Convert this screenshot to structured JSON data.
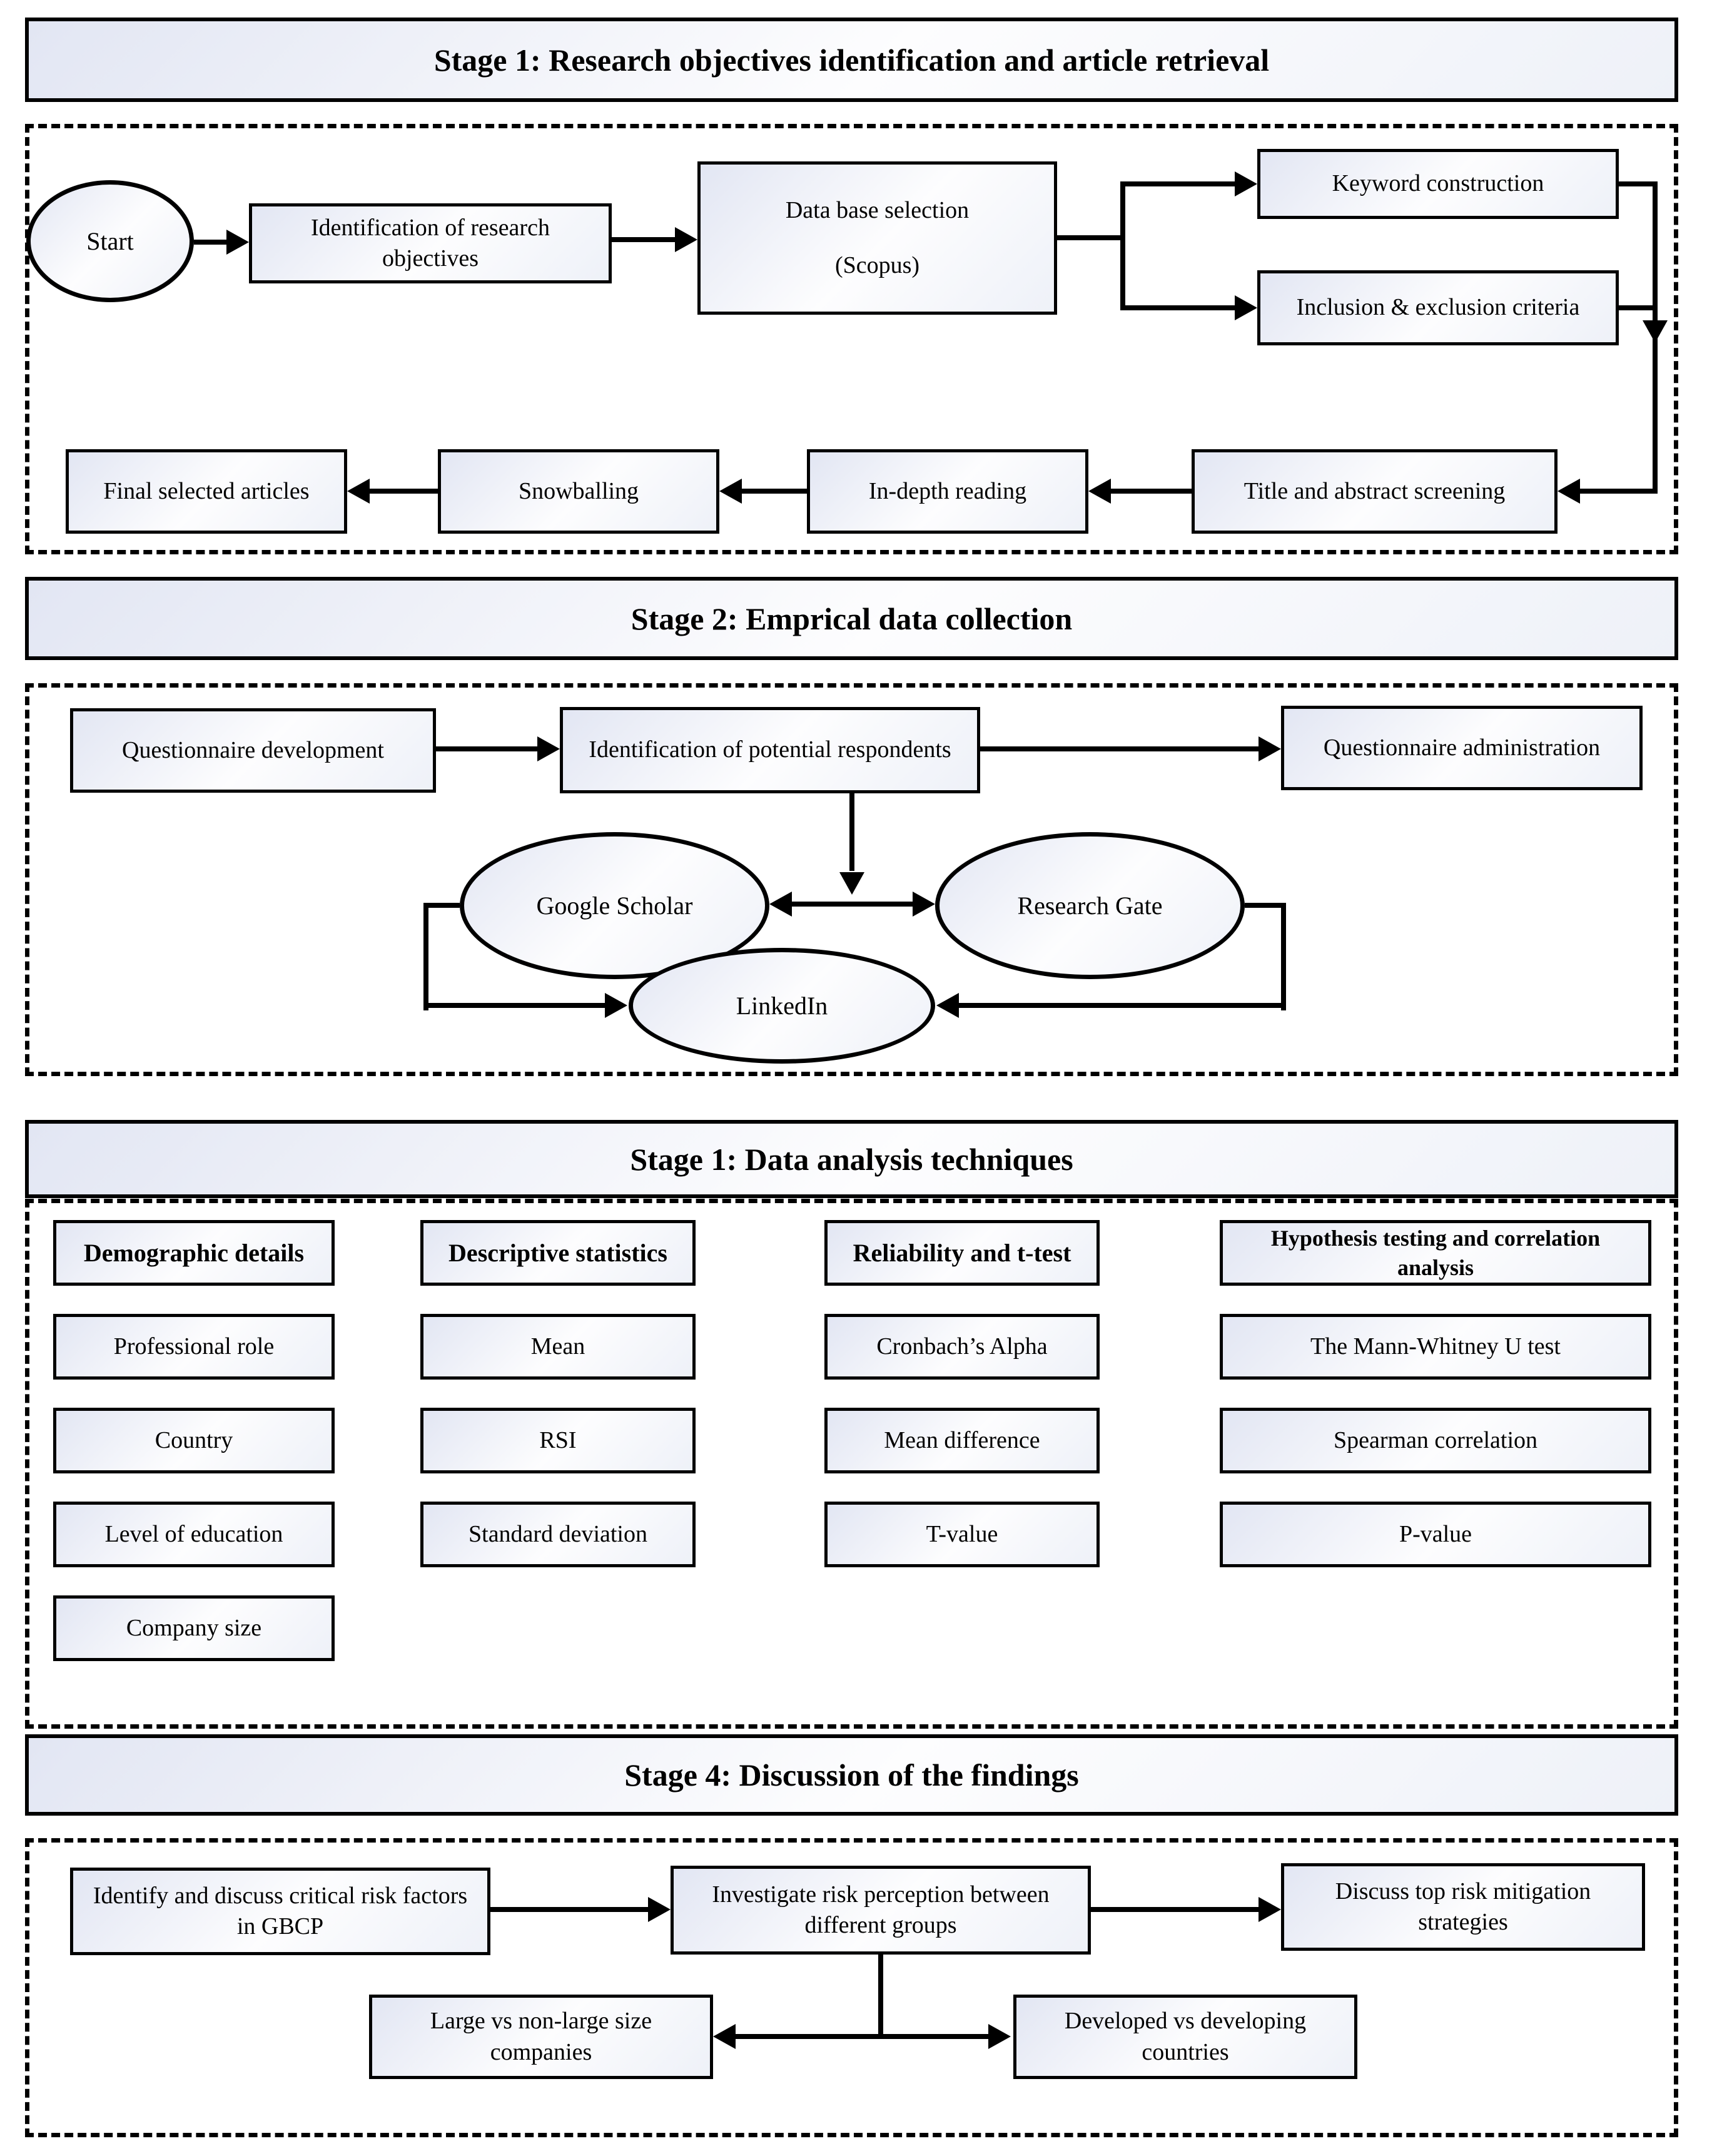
{
  "palette": {
    "line_color": "#000000",
    "box_gradient_start": "#e2e6f3",
    "box_gradient_end": "#ffffff"
  },
  "stages": {
    "s1": {
      "title": "Stage 1: Research objectives identification and article retrieval",
      "nodes": {
        "start": "Start",
        "identification": "Identification of research objectives",
        "database_line1": "Data base selection",
        "database_line2": "(Scopus)",
        "keyword": "Keyword construction",
        "inclusion": "Inclusion & exclusion criteria",
        "screening": "Title and abstract screening",
        "indepth": "In-depth reading",
        "snowballing": "Snowballing",
        "final": "Final selected articles"
      }
    },
    "s2": {
      "title": "Stage 2: Emprical data collection",
      "nodes": {
        "quest_dev": "Questionnaire development",
        "respondents": "Identification of potential respondents",
        "quest_admin": "Questionnaire administration",
        "google": "Google Scholar",
        "research_gate": "Research Gate",
        "linkedin": "LinkedIn"
      }
    },
    "s3": {
      "title": "Stage 1: Data analysis techniques",
      "columns": [
        {
          "header": "Demographic details",
          "items": [
            "Professional role",
            "Country",
            "Level of education",
            "Company size"
          ]
        },
        {
          "header": "Descriptive statistics",
          "items": [
            "Mean",
            "RSI",
            "Standard deviation"
          ]
        },
        {
          "header": "Reliability and t-test",
          "items": [
            "Cronbach’s Alpha",
            "Mean difference",
            "T-value"
          ]
        },
        {
          "header": "Hypothesis testing and correlation analysis",
          "items": [
            "The Mann-Whitney U test",
            "Spearman correlation",
            "P-value"
          ]
        }
      ]
    },
    "s4": {
      "title": "Stage 4: Discussion of the findings",
      "nodes": {
        "identify": "Identify and discuss critical risk factors in GBCP",
        "investigate": "Investigate risk perception between different groups",
        "discuss": "Discuss top risk mitigation strategies",
        "large": "Large vs non-large size companies",
        "developed": "Developed vs developing countries"
      }
    }
  }
}
